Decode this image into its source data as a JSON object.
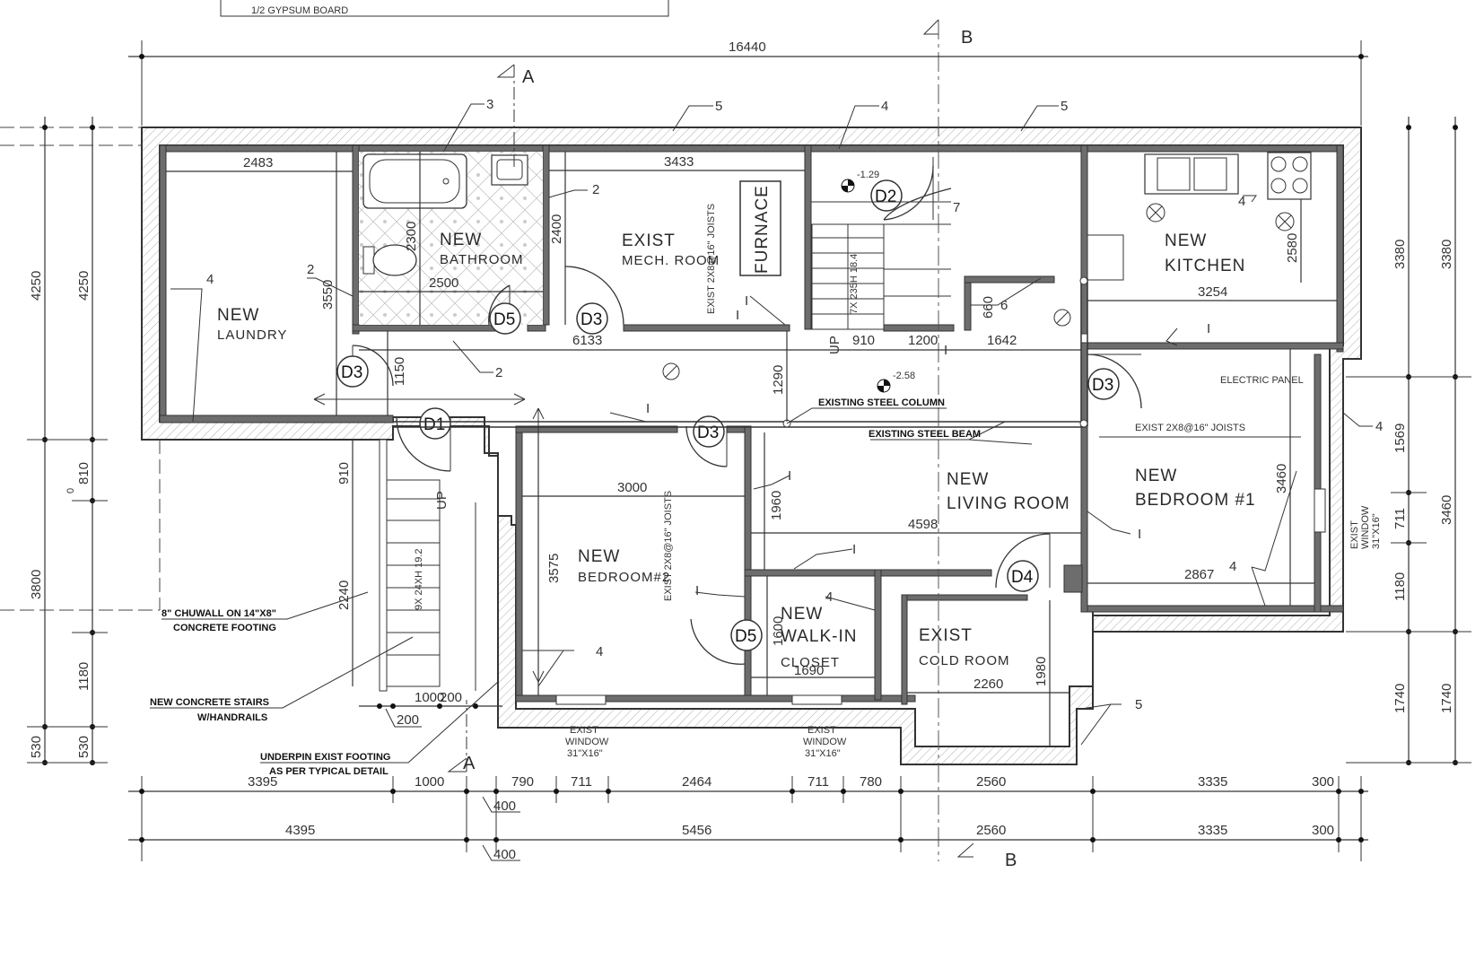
{
  "header_note": "1/2 GYPSUM BOARD",
  "sections": {
    "a_top": "A",
    "a_bottom": "A",
    "b_top": "B",
    "b_bottom": "B"
  },
  "rooms": {
    "laundry": [
      "NEW",
      "LAUNDRY"
    ],
    "bathroom": [
      "NEW",
      "BATHROOM"
    ],
    "mech": [
      "EXIST",
      "MECH. ROOM"
    ],
    "furnace": "FURNACE",
    "kitchen": [
      "NEW",
      "KITCHEN"
    ],
    "bedroom2": [
      "NEW",
      "BEDROOM#2"
    ],
    "living": [
      "NEW",
      "LIVING ROOM"
    ],
    "bedroom1": [
      "NEW",
      "BEDROOM #1"
    ],
    "closet": [
      "NEW",
      "WALK-IN",
      "CLOSET"
    ],
    "cold": [
      "EXIST",
      "COLD ROOM"
    ]
  },
  "doors": [
    "D5",
    "D3",
    "D2",
    "D3",
    "D1",
    "D3",
    "D3",
    "D4",
    "D5"
  ],
  "dims_top": {
    "overall": "16440"
  },
  "dims_bottom_row1": [
    "3395",
    "1000",
    "790",
    "711",
    "2464",
    "711",
    "780",
    "2560",
    "3335",
    "300"
  ],
  "dims_bottom_row2": [
    "4395",
    "5456",
    "2560",
    "3335",
    "300"
  ],
  "dims_small": [
    "400",
    "400",
    "200",
    "1000",
    "200"
  ],
  "dims_left_outer": [
    "4250",
    "3800",
    "530"
  ],
  "dims_left_inner": [
    "4250",
    "810",
    "1180",
    "530"
  ],
  "dims_left_misc": [
    "0"
  ],
  "dims_right_inner": [
    "3380",
    "1569",
    "711",
    "1180",
    "1740"
  ],
  "dims_right_outer": [
    "3380",
    "3460",
    "1740"
  ],
  "dims_interior": {
    "laundry_w": "2483",
    "laundry_h": "3550",
    "bath_h": "2300",
    "bath_w": "2500",
    "mech_w": "3433",
    "mech_h": "2400",
    "hall_w": "6133",
    "hall_h": "1150",
    "corr_a": "910",
    "corr_b": "1200",
    "corr_c": "1642",
    "kitchen_w": "3254",
    "kitchen_h": "2580",
    "col_h": "1290",
    "stair_a": "910",
    "stair_b": "2240",
    "bed2_w": "3000",
    "bed2_h": "3575",
    "living_w": "4598",
    "living_h": "1960",
    "bed1_w": "2867",
    "bed1_h": "3460",
    "closet_w": "1690",
    "closet_h": "1600",
    "cold_w": "2260",
    "cold_h": "1980",
    "wall_660": "660"
  },
  "leaders": [
    "3",
    "5",
    "4",
    "5",
    "2",
    "2",
    "2",
    "4",
    "7",
    "6",
    "4",
    "4",
    "4",
    "4",
    "4",
    "5"
  ],
  "labels_i": [
    "I",
    "I",
    "I",
    "I",
    "I",
    "I",
    "I",
    "I",
    "I"
  ],
  "levels": [
    "-1.29",
    "-2.58"
  ],
  "notes": {
    "steel_column": "EXISTING STEEL COLUMN",
    "steel_beam": "EXISTING STEEL BEAM",
    "electric_panel": "ELECTRIC PANEL",
    "joists_mech": "EXIST 2X8@16\" JOISTS",
    "joists_bed2": "EXIST 2X8@16\" JOISTS",
    "joists_bed1": "EXIST 2X8@16\" JOISTS",
    "stairs_top": "7X 235H 18.4",
    "stairs_left": "9X 24XH 19.2",
    "up1": "UP",
    "up2": "UP",
    "chuwall_1": "8\" CHUWALL ON 14\"X8\"",
    "chuwall_2": "CONCRETE FOOTING",
    "stairs_note_1": "NEW CONCRETE STAIRS",
    "stairs_note_2": "W/HANDRAILS",
    "underpin_1": "UNDERPIN EXIST FOOTING",
    "underpin_2": "AS PER TYPICAL DETAIL",
    "win1": [
      "EXIST",
      "WINDOW",
      "31\"X16\""
    ],
    "win2": [
      "EXIST",
      "WINDOW",
      "31\"X16\""
    ],
    "win3": [
      "EXIST",
      "WINDOW",
      "31\"X16\""
    ]
  }
}
